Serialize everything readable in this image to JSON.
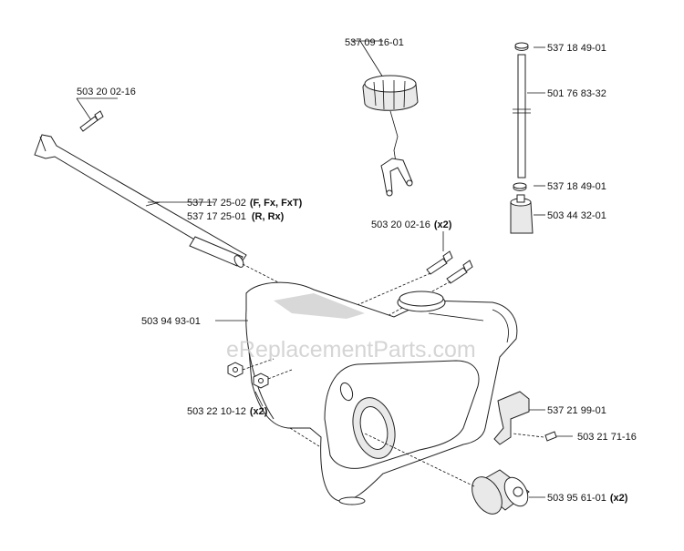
{
  "watermark": "eReplacementParts.com",
  "labels": [
    {
      "id": "lbl-503200216-top",
      "text": "503 20 02-16",
      "suffix": ""
    },
    {
      "id": "lbl-537091601",
      "text": "537 09 16-01",
      "suffix": ""
    },
    {
      "id": "lbl-537184901-top",
      "text": "537 18 49-01",
      "suffix": ""
    },
    {
      "id": "lbl-501768332",
      "text": "501 76 83-32",
      "suffix": ""
    },
    {
      "id": "lbl-537172502",
      "text": "537 17 25-02",
      "suffix": "(F, Fx, FxT)"
    },
    {
      "id": "lbl-537172501",
      "text": "537 17 25-01",
      "suffix": "(R, Rx)"
    },
    {
      "id": "lbl-537184901-bot",
      "text": "537 18 49-01",
      "suffix": ""
    },
    {
      "id": "lbl-503443201",
      "text": "503 44 32-01",
      "suffix": ""
    },
    {
      "id": "lbl-503200216-x2",
      "text": "503 20 02-16",
      "suffix": "(x2)"
    },
    {
      "id": "lbl-503949301",
      "text": "503 94 93-01",
      "suffix": ""
    },
    {
      "id": "lbl-503221012",
      "text": "503 22 10-12",
      "suffix": "(x2)"
    },
    {
      "id": "lbl-537219901",
      "text": "537 21 99-01",
      "suffix": ""
    },
    {
      "id": "lbl-503217116",
      "text": "503 21 71-16",
      "suffix": ""
    },
    {
      "id": "lbl-503956101",
      "text": "503 95 61-01",
      "suffix": "(x2)"
    }
  ]
}
